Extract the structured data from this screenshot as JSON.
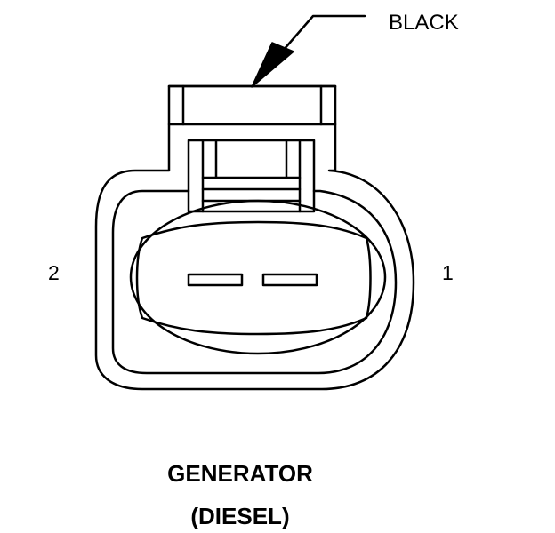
{
  "connector": {
    "color_label": "BLACK",
    "pin_left_label": "2",
    "pin_right_label": "1",
    "title": "GENERATOR",
    "subtitle": "(DIESEL)"
  },
  "colors": {
    "stroke": "#000000",
    "background": "#ffffff"
  }
}
